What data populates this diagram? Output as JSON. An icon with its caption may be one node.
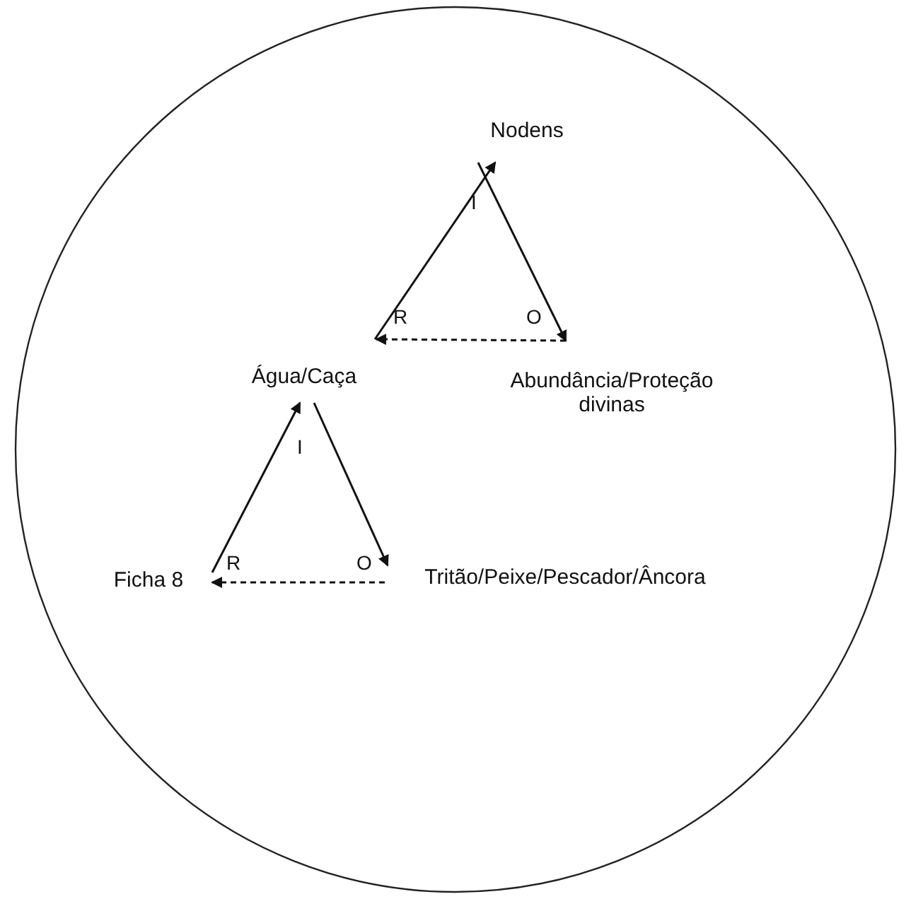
{
  "diagram": {
    "nodes": [
      {
        "text": [],
        "shape": "circle"
      },
      {
        "text": [
          "Nodens"
        ],
        "in": 0
      },
      {
        "text": [
          "Água/Caça"
        ],
        "in": 0
      },
      {
        "text": [
          "Abundância/Proteção divinas"
        ],
        "in": 0
      },
      {
        "text": [
          "Ficha 8"
        ],
        "in": 0
      },
      {
        "text": [
          "Tritão/Peixe/Pescador/Âncora"
        ],
        "in": 0
      }
    ],
    "edges": [
      {
        "from": 2,
        "to": 1,
        "arrow": "to"
      },
      {
        "from": 1,
        "to": 3,
        "arrow": "to"
      },
      {
        "from": 3,
        "to": 2,
        "arrow": "to",
        "style": "dashed"
      },
      {
        "from": 4,
        "to": 2,
        "arrow": "to"
      },
      {
        "from": 2,
        "to": 5,
        "arrow": "to"
      },
      {
        "from": 5,
        "to": 4,
        "arrow": "to",
        "style": "dashed"
      }
    ],
    "labels": [
      "I",
      "R",
      "O",
      "I",
      "R",
      "O"
    ]
  }
}
